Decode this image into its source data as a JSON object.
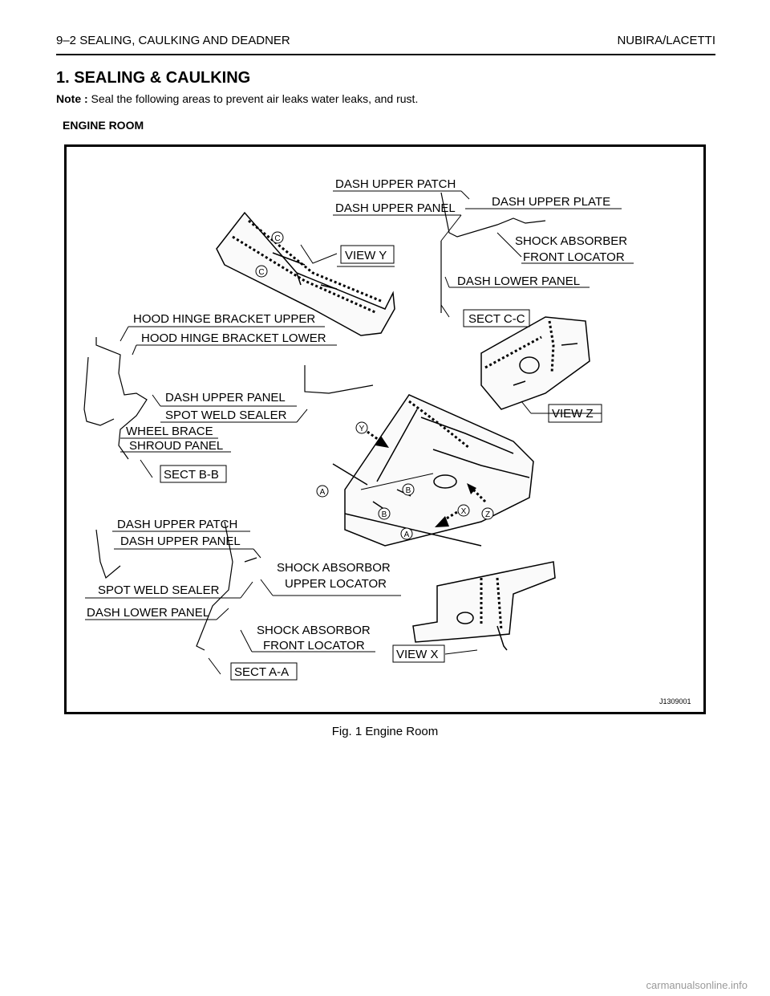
{
  "header": {
    "left": "9–2 SEALING, CAULKING AND DEADNER",
    "right": "NUBIRA/LACETTI"
  },
  "section_title": "1. SEALING & CAULKING",
  "note": {
    "label": "Note :",
    "text": " Seal the following areas to prevent air leaks water leaks, and rust."
  },
  "sub_heading": "ENGINE ROOM",
  "figure": {
    "code": "J1309001",
    "labels": {
      "dash_upper_patch_top": "DASH UPPER PATCH",
      "dash_upper_panel_top": "DASH UPPER PANEL",
      "dash_upper_plate": "DASH UPPER PLATE",
      "shock_absorber_front_locator_1": "SHOCK ABSORBER",
      "shock_absorber_front_locator_2": "FRONT LOCATOR",
      "view_y": "VIEW Y",
      "dash_lower_panel_top": "DASH LOWER PANEL",
      "sect_cc": "SECT C-C",
      "hood_hinge_upper": "HOOD HINGE BRACKET UPPER",
      "hood_hinge_lower": "HOOD HINGE BRACKET LOWER",
      "dash_upper_panel_mid": "DASH UPPER PANEL",
      "spot_weld_sealer_mid": "SPOT WELD SEALER",
      "wheel_brace": "WHEEL BRACE",
      "shroud_panel": "SHROUD PANEL",
      "sect_bb": "SECT B-B",
      "view_z": "VIEW Z",
      "dash_upper_patch_low": "DASH UPPER PATCH",
      "dash_upper_panel_low": "DASH UPPER PANEL",
      "shock_upper_locator_1": "SHOCK ABSORBOR",
      "shock_upper_locator_2": "UPPER LOCATOR",
      "spot_weld_sealer_low": "SPOT WELD SEALER",
      "dash_lower_panel_low": "DASH LOWER PANEL",
      "shock_front_locator_low_1": "SHOCK ABSORBOR",
      "shock_front_locator_low_2": "FRONT LOCATOR",
      "view_x": "VIEW X",
      "sect_aa": "SECT A-A",
      "marker_a": "A",
      "marker_b": "B",
      "marker_c": "C",
      "marker_x": "X",
      "marker_y": "Y",
      "marker_z": "Z"
    }
  },
  "caption": "Fig. 1 Engine Room",
  "watermark": "carmanualsonline.info"
}
